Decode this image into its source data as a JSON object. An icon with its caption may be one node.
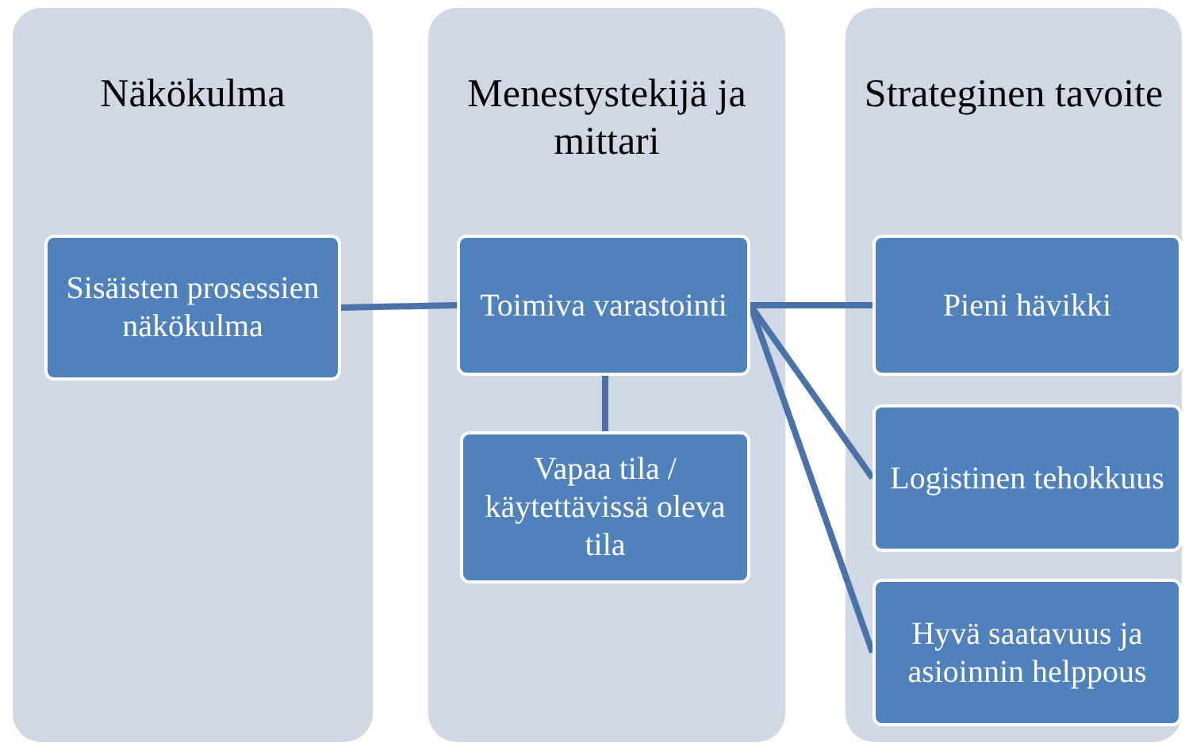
{
  "diagram": {
    "nodes": [
      {
        "text": [
          "Näkökulma"
        ]
      },
      {
        "text": [
          "Sisäisten prosessien näkökulma"
        ],
        "in": 0
      },
      {
        "text": [
          "Menestystekijä ja mittari"
        ]
      },
      {
        "text": [
          "Toimiva varastointi"
        ],
        "in": 2
      },
      {
        "text": [
          "Vapaa tila / käytettävissä oleva tila"
        ],
        "in": 2
      },
      {
        "text": [
          "Strateginen tavoite"
        ]
      },
      {
        "text": [
          "Pieni hävikki"
        ],
        "in": 5
      },
      {
        "text": [
          "Logistinen tehokkuus"
        ],
        "in": 5
      },
      {
        "text": [
          "Hyvä saatavuus ja asioinnin helppous"
        ],
        "in": 5
      }
    ],
    "edges": [
      {
        "from": 1,
        "to": 3,
        "arrow": "none"
      },
      {
        "from": 3,
        "to": 4,
        "arrow": "none"
      },
      {
        "from": 3,
        "to": 6,
        "arrow": "none"
      },
      {
        "from": 3,
        "to": 7,
        "arrow": "none"
      },
      {
        "from": 3,
        "to": 8,
        "arrow": "none"
      }
    ]
  }
}
